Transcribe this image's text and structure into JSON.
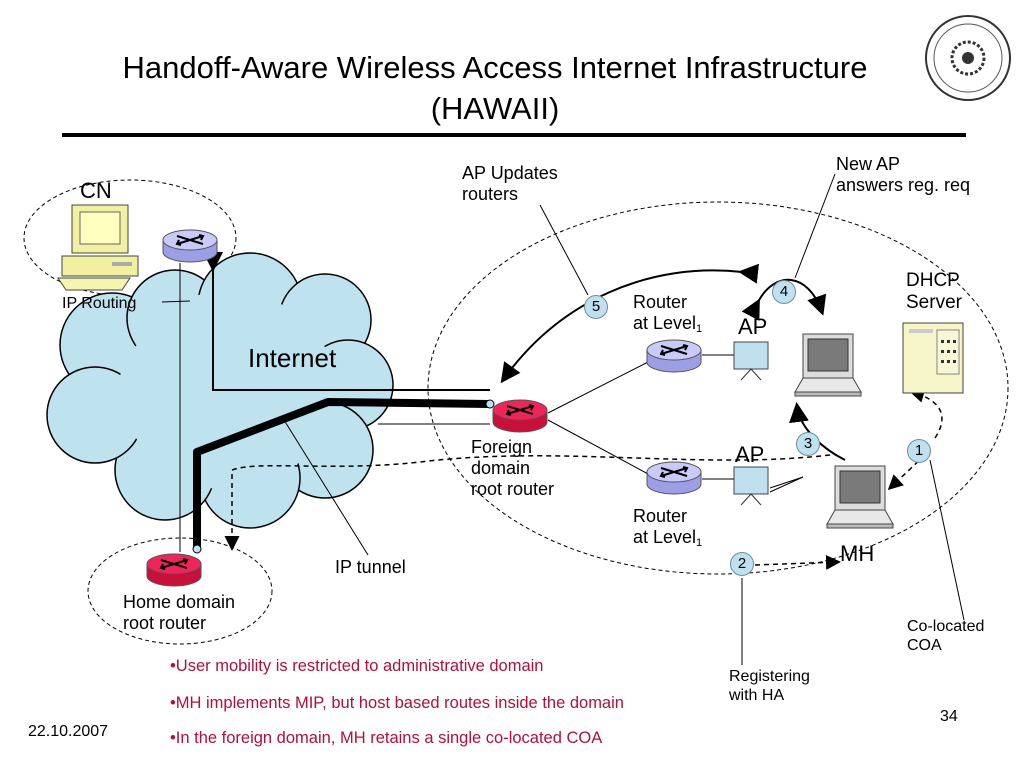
{
  "title_line1": "Handoff-Aware Wireless Access Internet Infrastructure",
  "title_line2": "(HAWAII)",
  "nodes": {
    "cn": "CN",
    "internet": "Internet",
    "ip_routing": "IP Routing",
    "ip_tunnel": "IP tunnel",
    "home_router_line1": "Home domain",
    "home_router_line2": "root router",
    "foreign_router_line1": "Foreign",
    "foreign_router_line2": "domain",
    "foreign_router_line3": "root router",
    "router_upper_line1": "Router",
    "router_upper_line2": "at Level",
    "router_upper_sub": "1",
    "router_lower_line1": "Router",
    "router_lower_line2": "at Level",
    "router_lower_sub": "1",
    "ap_upper": "AP",
    "ap_lower": "AP",
    "mh": "MH",
    "dhcp_line1": "DHCP",
    "dhcp_line2": "Server"
  },
  "callouts": {
    "ap_updates_line1": "AP Updates",
    "ap_updates_line2": "routers",
    "new_ap_line1": "New AP",
    "new_ap_line2": "answers reg. req",
    "colocated_line1": "Co-located",
    "colocated_line2": "COA",
    "registering_line1": "Registering",
    "registering_line2": "with HA"
  },
  "steps": {
    "s1": "1",
    "s2": "2",
    "s3": "3",
    "s4": "4",
    "s5": "5"
  },
  "bullets": [
    "•User mobility is restricted to administrative domain",
    "•MH implements MIP, but host based routes inside the domain",
    "•In the foreign domain, MH retains a single co-located COA"
  ],
  "footer": {
    "date": "22.10.2007",
    "page": "34"
  },
  "colors": {
    "router_blue": "#b7b8f2",
    "router_red": "#e8184a",
    "step_fill": "#bfe1ef",
    "bullet_text": "#b0103a",
    "ap_fill": "#bfe1ef"
  }
}
